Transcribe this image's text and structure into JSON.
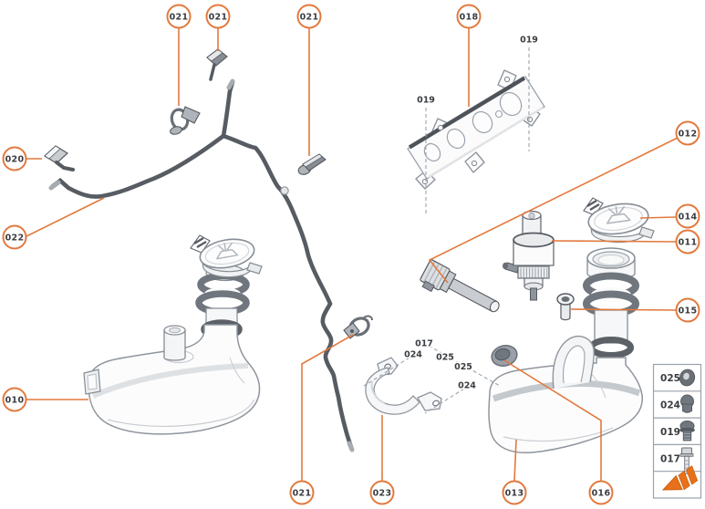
{
  "colors": {
    "accent": "#E2793D",
    "arrow": "#E8701A",
    "part_dark": "#6A6F76",
    "outline_gray": "#8F959D",
    "label_text": "#3A3D42"
  },
  "callouts": [
    {
      "label": "021"
    },
    {
      "label": "021"
    },
    {
      "label": "021"
    },
    {
      "label": "018"
    },
    {
      "label": "020"
    },
    {
      "label": "022"
    },
    {
      "label": "012"
    },
    {
      "label": "014"
    },
    {
      "label": "011"
    },
    {
      "label": "015"
    },
    {
      "label": "010"
    },
    {
      "label": "021"
    },
    {
      "label": "023"
    },
    {
      "label": "013"
    },
    {
      "label": "016"
    }
  ],
  "inline_labels": [
    {
      "label": "019"
    },
    {
      "label": "019"
    },
    {
      "label": "017"
    },
    {
      "label": "024"
    },
    {
      "label": "025"
    },
    {
      "label": "025"
    },
    {
      "label": "024"
    }
  ],
  "legend": {
    "rows": [
      {
        "label": "025",
        "icon": "washer-icon"
      },
      {
        "label": "024",
        "icon": "rivet-icon"
      },
      {
        "label": "019",
        "icon": "screw-icon"
      },
      {
        "label": "017",
        "icon": "bolt-icon"
      }
    ],
    "arrow_icon": "direction-of-travel-arrow"
  }
}
